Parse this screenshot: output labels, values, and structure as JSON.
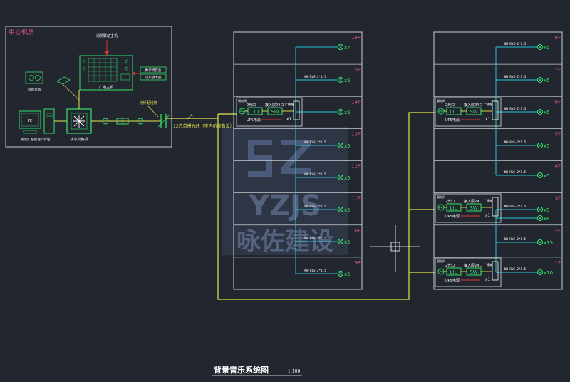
{
  "colors": {
    "background": "#21262f",
    "frame": "#c9ccd2",
    "cable": "#e5e54a",
    "branch": "#22c7d8",
    "device": "#36e36b",
    "floor_label": "#e0508c",
    "text": "#ffffff",
    "alert": "#e03333",
    "watermark": "#5b6f9a"
  },
  "center_room": {
    "title": "中心机房",
    "host_label": "消防联动主机",
    "broadcast_label": "广播主机",
    "panel1_label": "数字调音台",
    "panel2_label": "功率放大器",
    "pc_label": "PC",
    "workstation_label": "智能广播管理工作站",
    "speaker_label": "监听音箱",
    "switch_label": "核心交换机",
    "fiber_label": "光纤配线架",
    "trunk_count": "4",
    "trunk_label": "12芯单模光纤（室内桥架敷设）"
  },
  "tower_a": {
    "floors": [
      "16F",
      "15F",
      "14F",
      "13F",
      "12F",
      "11F",
      "10F",
      "9F"
    ],
    "cable_labels": [
      "NH-RVS-2*1.5",
      "NH-RVS-2*1.5",
      "NH-RVS-2*1.5",
      "NH-RVS-2*1.5",
      "NH-RVS-2*1.5",
      "NH-RVS-2*1.5"
    ],
    "counts": [
      "x7",
      "x5",
      "x5",
      "x5",
      "x5",
      "x5",
      "x5",
      "x5"
    ],
    "cabinet": {
      "header": "弱电间",
      "port": "2光口",
      "ups": "UPS电源",
      "side": "广播箱",
      "layer": "接入层24口",
      "liu": "LIU",
      "sw": "SW",
      "qty": "x1"
    }
  },
  "tower_b": {
    "floors": [
      "8F",
      "7F",
      "6F",
      "5F",
      "4F",
      "3F",
      "2F",
      "1F"
    ],
    "cable_labels": [
      "NH-RVS-2*1.5",
      "NH-RVS-2*1.5",
      "NH-RVS-2*1.5",
      "NH-RVS-2*1.5",
      "NH-RVS-2*1.5",
      "NH-RVS-2*1.5",
      "NH-RVS-2*1.5",
      "NH-RVS-2*1.5"
    ],
    "counts": [
      "x5",
      "x5",
      "x5",
      "x5",
      "x5",
      "x9",
      "x8",
      "x15",
      "x10"
    ],
    "cabinet": {
      "header": "弱电间",
      "port": "2光口",
      "ups": "UPS电源",
      "side": "广播箱",
      "layer": "接入层24口",
      "liu": "LIU",
      "sw": "SW",
      "qty": "x1"
    }
  },
  "watermark": {
    "line1": "YZJS",
    "line2": "咏佐建设"
  },
  "title": {
    "main": "背景音乐系统图",
    "scale": "1:100"
  }
}
